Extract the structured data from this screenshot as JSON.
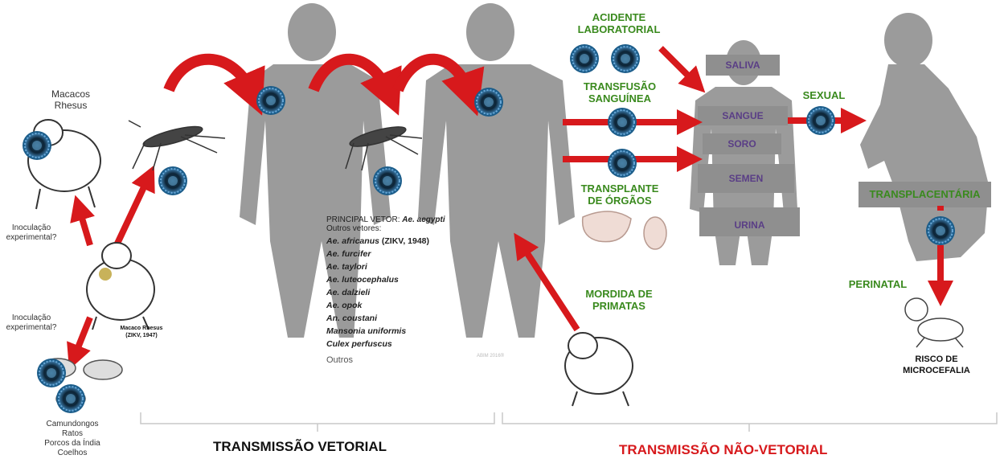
{
  "left": {
    "rhesus_title": [
      "Macacos",
      "Rhesus"
    ],
    "inoculation_1": [
      "Inoculação",
      "experimental?"
    ],
    "inoculation_2": [
      "Inoculação",
      "experimental?"
    ],
    "rhesus_ref": [
      "Macaco Rhesus",
      "(ZIKV, 1947)"
    ],
    "animals": [
      "Camundongos",
      "Ratos",
      "Porcos da Índia",
      "Coelhos"
    ]
  },
  "vectors": {
    "principal_label": "PRINCIPAL VETOR: ",
    "principal_name": "Ae. aegypti",
    "others_label": "Outros vetores:",
    "list": [
      {
        "name": "Ae. africanus",
        "note": " (ZIKV, 1948)"
      },
      {
        "name": "Ae. furcifer",
        "note": ""
      },
      {
        "name": "Ae. taylori",
        "note": ""
      },
      {
        "name": "Ae. luteocephalus",
        "note": ""
      },
      {
        "name": "Ae. dalzieli",
        "note": ""
      },
      {
        "name": "Ae. opok",
        "note": ""
      },
      {
        "name": "An. coustani",
        "note": ""
      },
      {
        "name": "Mansonia uniformis",
        "note": ""
      },
      {
        "name": "Culex perfuscus",
        "note": ""
      }
    ],
    "others": "Outros",
    "watermark": "ABIM 2016®"
  },
  "routes": {
    "lab": [
      "ACIDENTE",
      "LABORATORIAL"
    ],
    "transfusion": [
      "TRANSFUSÃO",
      "SANGUÍNEA"
    ],
    "transplant": [
      "TRANSPLANTE",
      "DE ÓRGÃOS"
    ],
    "bite": [
      "MORDIDA DE",
      "PRIMATAS"
    ],
    "sexual": "SEXUAL",
    "transplacental": "TRANSPLACENTÁRIA",
    "perinatal": "PERINATAL",
    "risk": [
      "RISCO DE",
      "MICROCEFALIA"
    ]
  },
  "fluids": [
    "SALIVA",
    "SANGUE",
    "SORO",
    "SEMEN",
    "URINA"
  ],
  "footer": {
    "vector": "TRANSMISSÃO VETORIAL",
    "nonvector": "TRANSMISSÃO NÃO-VETORIAL"
  },
  "colors": {
    "arrow": "#d7191c",
    "silhouette": "#9b9b9b",
    "route_text": "#3a8a1e",
    "fluid_text": "#5a3e86",
    "nonvector_text": "#d7191c"
  }
}
